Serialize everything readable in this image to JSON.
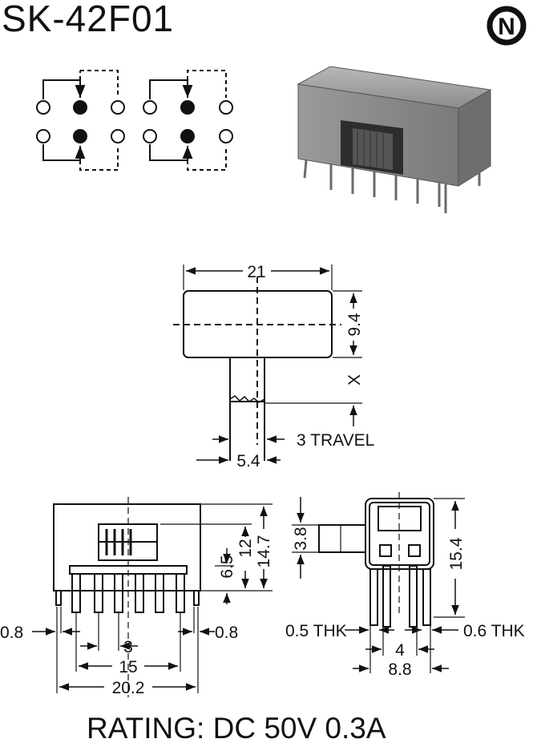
{
  "title": "SK-42F01",
  "rating": "RATING: DC 50V 0.3A",
  "logo_letter": "N",
  "top_view": {
    "width": "21",
    "height": "9.4",
    "x_label": "X",
    "travel": "3 TRAVEL",
    "actuator": "5.4"
  },
  "front_view": {
    "h1": "6.5",
    "h2": "12",
    "h3": "14.7",
    "left_thk": "0.8",
    "right_thk": "0.8",
    "pitch": "3",
    "span": "15",
    "overall": "20.2"
  },
  "side_view": {
    "actuator_h": "3.8",
    "height": "15.4",
    "left_thk": "0.5 THK",
    "right_thk": "0.6 THK",
    "pitch": "4",
    "overall": "8.8"
  }
}
